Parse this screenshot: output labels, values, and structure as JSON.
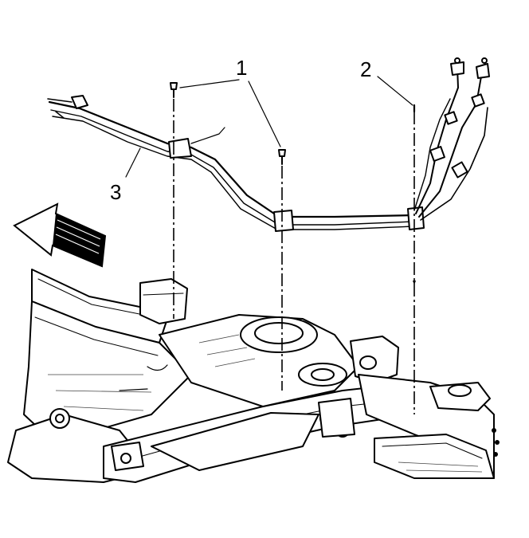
{
  "callouts": [
    {
      "id": "1",
      "label": "1"
    },
    {
      "id": "2",
      "label": "2"
    },
    {
      "id": "3",
      "label": "3"
    }
  ],
  "icons": {
    "direction_arrow": "front-direction-arrow-icon"
  }
}
